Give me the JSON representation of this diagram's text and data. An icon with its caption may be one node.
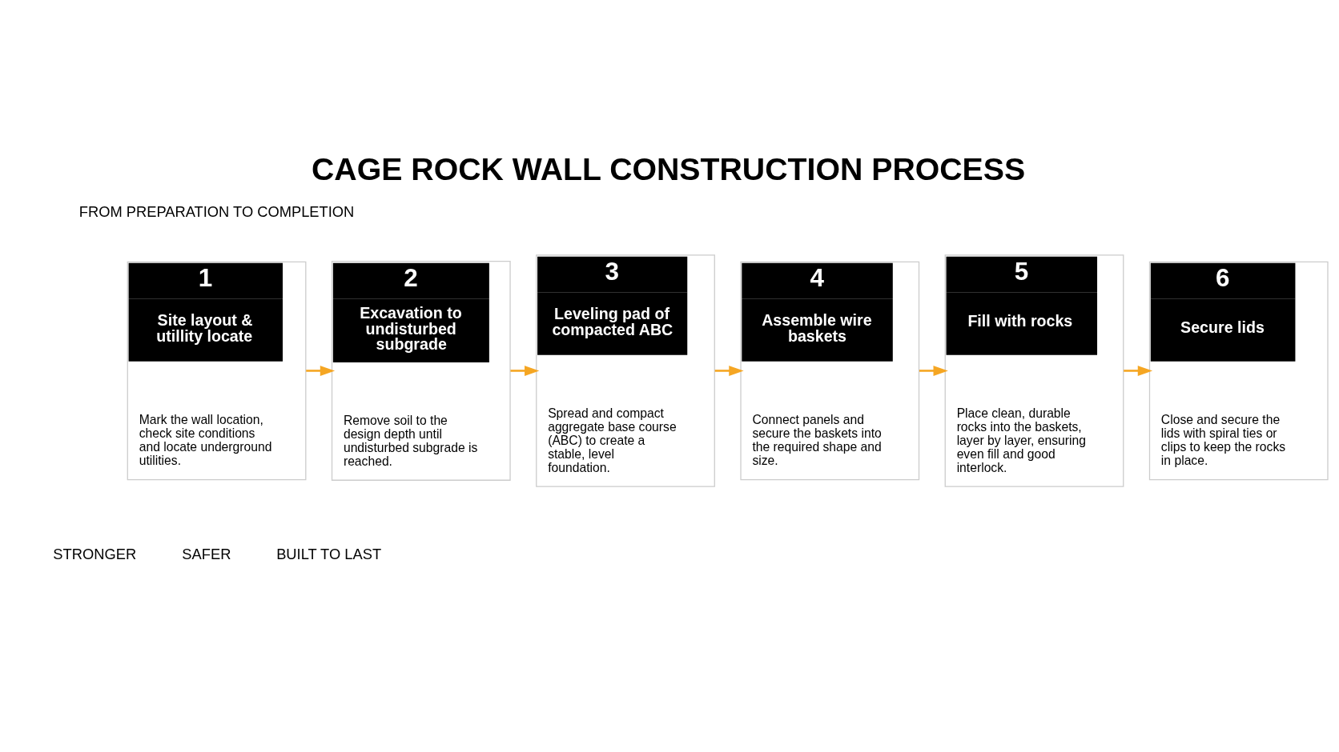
{
  "diagram": {
    "title": "CAGE ROCK WALL CONSTRUCTION PROCESS",
    "nodes": [
      {
        "text": [
          "1",
          "Site layout & utillity locate",
          "Mark the wall location, check site conditions and locate underground utilities."
        ]
      },
      {
        "text": [
          "2",
          "Excavation to undisturbed subgrade",
          "Remove soil to the design depth until undisturbed subgrade is reached."
        ]
      },
      {
        "text": [
          "3",
          "Leveling pad of compacted ABC",
          "Spread and compact aggregate base course (ABC) to create a stable, level foundation."
        ]
      },
      {
        "text": [
          "4",
          "Assemble wire baskets",
          "Connect panels and secure the baskets into the required shape and size."
        ]
      },
      {
        "text": [
          "5",
          "Fill with rocks",
          "Place clean, durable rocks into the baskets, layer by layer, ensuring even fill and good interlock."
        ]
      },
      {
        "text": [
          "6",
          "Secure lids",
          "Close and secure the lids with spiral ties or clips to keep the rocks in place."
        ]
      }
    ],
    "edges": [
      {
        "from": 0,
        "to": 1,
        "arrow": "to"
      },
      {
        "from": 1,
        "to": 2,
        "arrow": "to"
      },
      {
        "from": 2,
        "to": 3,
        "arrow": "to"
      },
      {
        "from": 3,
        "to": 4,
        "arrow": "to"
      },
      {
        "from": 4,
        "to": 5,
        "arrow": "to"
      }
    ],
    "labels": [
      "FROM PREPARATION TO COMPLETION",
      "STRONGER",
      "SAFER",
      "BUILT TO LAST"
    ]
  }
}
